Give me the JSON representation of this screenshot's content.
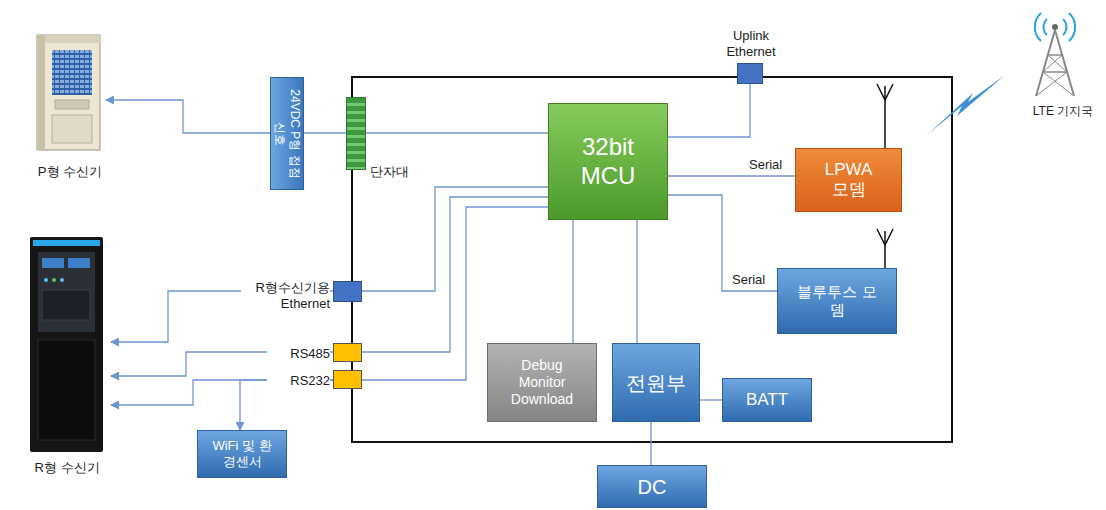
{
  "diagram": {
    "nodes": [
      {
        "text": [
          "P형 수신기"
        ]
      },
      {
        "text": [
          "24VDC P형 접점신호"
        ]
      },
      {
        "text": [
          "단자대"
        ]
      },
      {
        "text": [
          "Uplink Ethernet"
        ]
      },
      {
        "text": [
          "LTE 기지국"
        ]
      },
      {
        "text": [
          "32bit MCU"
        ]
      },
      {
        "text": [
          "LPWA 모뎀"
        ]
      },
      {
        "text": [
          "블루투스 모뎀"
        ]
      },
      {
        "text": [
          "R형 수신기"
        ]
      },
      {
        "text": [
          "R형수신기용 Ethernet"
        ]
      },
      {
        "text": [
          "RS485"
        ]
      },
      {
        "text": [
          "RS232"
        ]
      },
      {
        "text": [
          "Debug Monitor Download"
        ]
      },
      {
        "text": [
          "전원부"
        ]
      },
      {
        "text": [
          "BATT"
        ]
      },
      {
        "text": [
          "DC"
        ]
      },
      {
        "text": [
          "WiFi 및 환경센서"
        ]
      }
    ],
    "edges": [
      {
        "from": 1,
        "to": 0,
        "arrow": "to"
      },
      {
        "from": 2,
        "to": 1,
        "arrow": "none"
      },
      {
        "from": 5,
        "to": 2,
        "arrow": "none"
      },
      {
        "from": 5,
        "to": 3,
        "arrow": "none"
      },
      {
        "from": 5,
        "to": 6,
        "label": "Serial",
        "arrow": "none"
      },
      {
        "from": 5,
        "to": 7,
        "label": "Serial",
        "arrow": "none"
      },
      {
        "from": 5,
        "to": 9,
        "arrow": "none"
      },
      {
        "from": 5,
        "to": 10,
        "arrow": "none"
      },
      {
        "from": 5,
        "to": 11,
        "arrow": "none"
      },
      {
        "from": 5,
        "to": 12,
        "arrow": "none"
      },
      {
        "from": 5,
        "to": 13,
        "arrow": "none"
      },
      {
        "from": 13,
        "to": 14,
        "arrow": "none"
      },
      {
        "from": 13,
        "to": 15,
        "arrow": "none"
      },
      {
        "from": 9,
        "to": 8,
        "arrow": "to"
      },
      {
        "from": 10,
        "to": 8,
        "arrow": "to"
      },
      {
        "from": 11,
        "to": 8,
        "arrow": "to"
      },
      {
        "from": 11,
        "to": 16,
        "arrow": "to"
      }
    ]
  }
}
